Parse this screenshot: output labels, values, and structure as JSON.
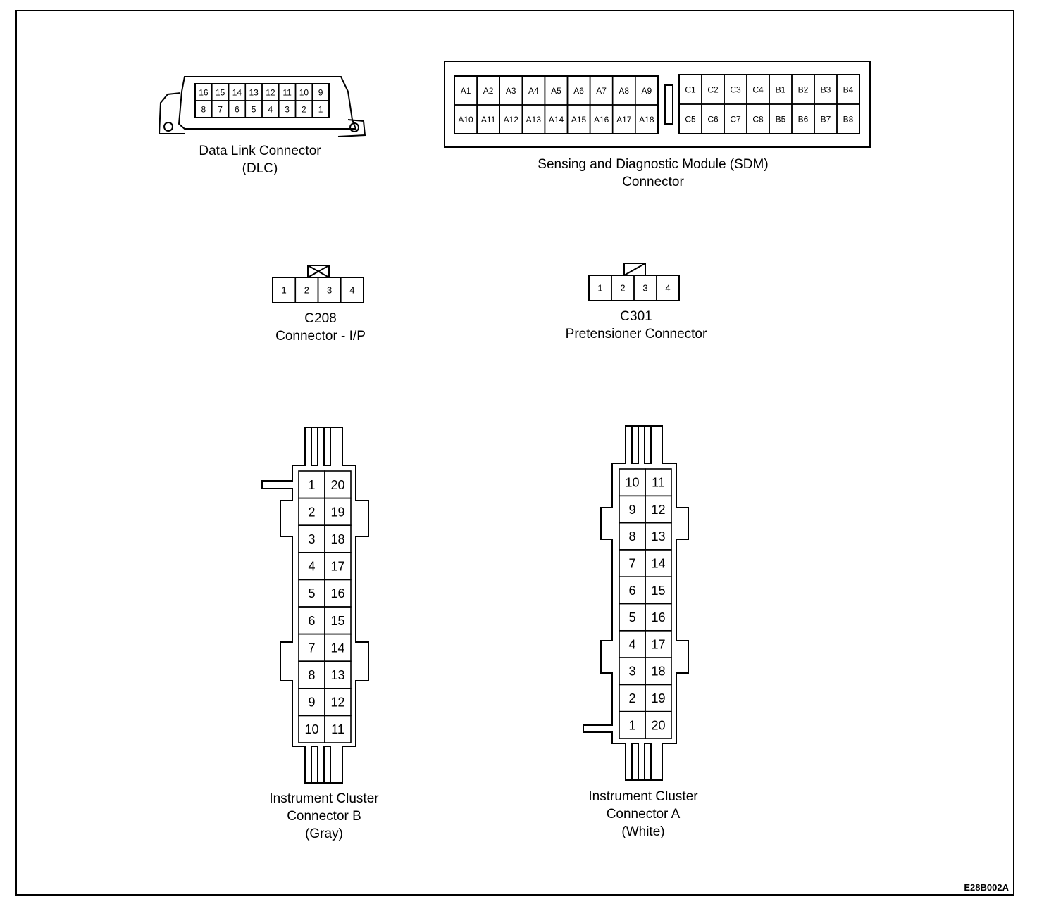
{
  "dlc": {
    "top_row": [
      "16",
      "15",
      "14",
      "13",
      "12",
      "11",
      "10",
      "9"
    ],
    "bottom_row": [
      "8",
      "7",
      "6",
      "5",
      "4",
      "3",
      "2",
      "1"
    ],
    "caption_line1": "Data Link Connector",
    "caption_line2": "(DLC)"
  },
  "sdm": {
    "a_top": [
      "A1",
      "A2",
      "A3",
      "A4",
      "A5",
      "A6",
      "A7",
      "A8",
      "A9"
    ],
    "a_bottom": [
      "A10",
      "A11",
      "A12",
      "A13",
      "A14",
      "A15",
      "A16",
      "A17",
      "A18"
    ],
    "cb_top": [
      "C1",
      "C2",
      "C3",
      "C4",
      "B1",
      "B2",
      "B3",
      "B4"
    ],
    "cb_bottom": [
      "C5",
      "C6",
      "C7",
      "C8",
      "B5",
      "B6",
      "B7",
      "B8"
    ],
    "caption_line1": "Sensing and Diagnostic Module (SDM)",
    "caption_line2": "Connector"
  },
  "c208": {
    "pins": [
      "1",
      "2",
      "3",
      "4"
    ],
    "caption_line1": "C208",
    "caption_line2": "Connector - I/P"
  },
  "c301": {
    "pins": [
      "1",
      "2",
      "3",
      "4"
    ],
    "caption_line1": "C301",
    "caption_line2": "Pretensioner Connector"
  },
  "cluster_b": {
    "left_col": [
      "1",
      "2",
      "3",
      "4",
      "5",
      "6",
      "7",
      "8",
      "9",
      "10"
    ],
    "right_col": [
      "20",
      "19",
      "18",
      "17",
      "16",
      "15",
      "14",
      "13",
      "12",
      "11"
    ],
    "caption_line1": "Instrument Cluster",
    "caption_line2": "Connector B",
    "caption_line3": "(Gray)"
  },
  "cluster_a": {
    "left_col": [
      "10",
      "9",
      "8",
      "7",
      "6",
      "5",
      "4",
      "3",
      "2",
      "1"
    ],
    "right_col": [
      "11",
      "12",
      "13",
      "14",
      "15",
      "16",
      "17",
      "18",
      "19",
      "20"
    ],
    "caption_line1": "Instrument Cluster",
    "caption_line2": "Connector A",
    "caption_line3": "(White)"
  },
  "figure_code": "E28B002A"
}
